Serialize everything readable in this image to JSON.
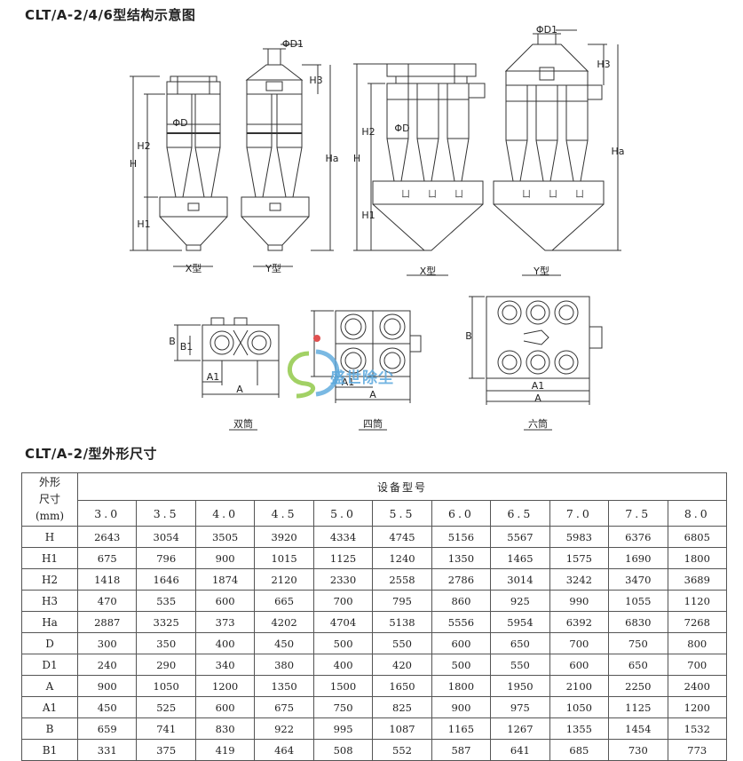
{
  "title_main": "CLT/A-2/4/6型结构示意图",
  "title_table": "CLT/A-2/型外形尺寸",
  "diagram": {
    "elevation_labels": [
      "X型",
      "Y型",
      "X型",
      "Y型"
    ],
    "plan_labels": [
      "双筒",
      "四筒",
      "六筒"
    ],
    "dim_labels": {
      "D1": "ΦD1",
      "D": "ΦD",
      "H": "H",
      "H1": "H1",
      "H2": "H2",
      "H3": "H3",
      "Ha": "Ha",
      "A": "A",
      "A1": "A1",
      "B": "B",
      "B1": "B1"
    }
  },
  "watermark": {
    "text": "盛世除尘",
    "color": "#5aa8dd",
    "accent": "#8cc63f"
  },
  "table": {
    "corner": [
      "外形",
      "尺寸",
      "(mm)"
    ],
    "group_header": "设备型号",
    "models": [
      "3.0",
      "3.5",
      "4.0",
      "4.5",
      "5.0",
      "5.5",
      "6.0",
      "6.5",
      "7.0",
      "7.5",
      "8.0"
    ],
    "rows": [
      {
        "label": "H",
        "values": [
          "2643",
          "3054",
          "3505",
          "3920",
          "4334",
          "4745",
          "5156",
          "5567",
          "5983",
          "6376",
          "6805"
        ]
      },
      {
        "label": "H1",
        "values": [
          "675",
          "796",
          "900",
          "1015",
          "1125",
          "1240",
          "1350",
          "1465",
          "1575",
          "1690",
          "1800"
        ]
      },
      {
        "label": "H2",
        "values": [
          "1418",
          "1646",
          "1874",
          "2120",
          "2330",
          "2558",
          "2786",
          "3014",
          "3242",
          "3470",
          "3689"
        ]
      },
      {
        "label": "H3",
        "values": [
          "470",
          "535",
          "600",
          "665",
          "700",
          "795",
          "860",
          "925",
          "990",
          "1055",
          "1120"
        ]
      },
      {
        "label": "Ha",
        "values": [
          "2887",
          "3325",
          "373",
          "4202",
          "4704",
          "5138",
          "5556",
          "5954",
          "6392",
          "6830",
          "7268"
        ]
      },
      {
        "label": "D",
        "values": [
          "300",
          "350",
          "400",
          "450",
          "500",
          "550",
          "600",
          "650",
          "700",
          "750",
          "800"
        ]
      },
      {
        "label": "D1",
        "values": [
          "240",
          "290",
          "340",
          "380",
          "400",
          "420",
          "500",
          "550",
          "600",
          "650",
          "700"
        ]
      },
      {
        "label": "A",
        "values": [
          "900",
          "1050",
          "1200",
          "1350",
          "1500",
          "1650",
          "1800",
          "1950",
          "2100",
          "2250",
          "2400"
        ]
      },
      {
        "label": "A1",
        "values": [
          "450",
          "525",
          "600",
          "675",
          "750",
          "825",
          "900",
          "975",
          "1050",
          "1125",
          "1200"
        ]
      },
      {
        "label": "B",
        "values": [
          "659",
          "741",
          "830",
          "922",
          "995",
          "1087",
          "1165",
          "1267",
          "1355",
          "1454",
          "1532"
        ]
      },
      {
        "label": "B1",
        "values": [
          "331",
          "375",
          "419",
          "464",
          "508",
          "552",
          "587",
          "641",
          "685",
          "730",
          "773"
        ]
      }
    ]
  }
}
